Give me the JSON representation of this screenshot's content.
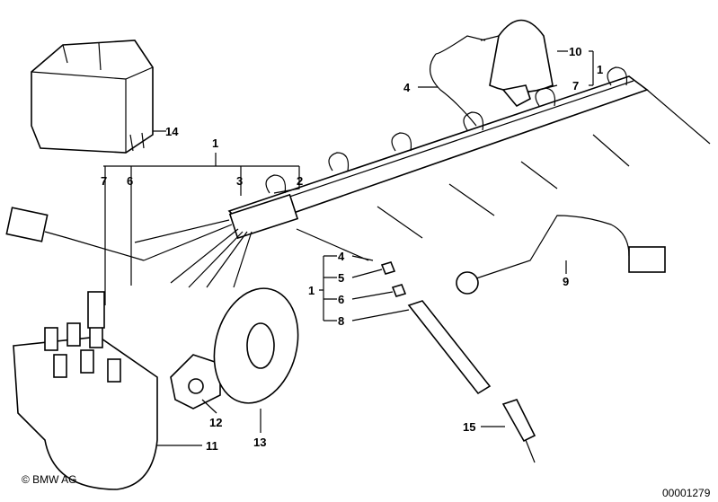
{
  "callouts": {
    "c14": "14",
    "c1_main": "1",
    "c7_left": "7",
    "c6_left": "6",
    "c3": "3",
    "c2": "2",
    "c4_top": "4",
    "c10": "10",
    "c1_top": "1",
    "c7_top": "7",
    "c4_mid": "4",
    "c5": "5",
    "c6_mid": "6",
    "c8": "8",
    "c1_mid": "1",
    "c9": "9",
    "c15": "15",
    "c12": "12",
    "c13": "13",
    "c11": "11"
  },
  "footer": {
    "copyright": "© BMW AG",
    "image_number": "00001279"
  }
}
